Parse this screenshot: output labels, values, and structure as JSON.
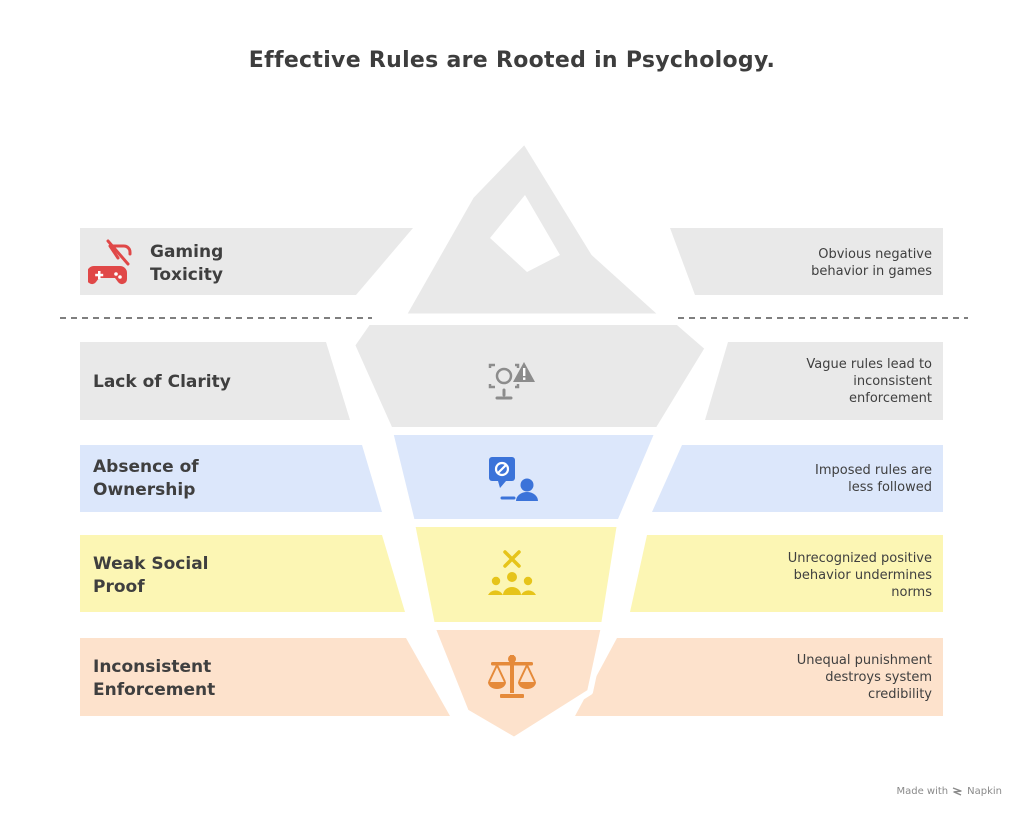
{
  "title": "Effective Rules are Rooted in Psychology.",
  "layers": [
    {
      "label": "Gaming\nToxicity",
      "description": "Obvious negative\nbehavior in games",
      "icon": "gamepad-off-icon",
      "color": "#e9e9e9",
      "icon_color": "#e04848"
    },
    {
      "label": "Lack of Clarity",
      "description": "Vague rules lead to\ninconsistent\nenforcement",
      "icon": "unclear-warning-icon",
      "color": "#e9e9e9",
      "icon_color": "#8c8c8c"
    },
    {
      "label": "Absence of\nOwnership",
      "description": "Imposed rules are\nless followed",
      "icon": "imposed-rule-icon",
      "color": "#dce7fb",
      "icon_color": "#3b73d9"
    },
    {
      "label": "Weak Social\nProof",
      "description": "Unrecognized positive\nbehavior undermines\nnorms",
      "icon": "group-cross-icon",
      "color": "#fcf6b4",
      "icon_color": "#e6c41a"
    },
    {
      "label": "Inconsistent\nEnforcement",
      "description": "Unequal punishment\ndestroys system\ncredibility",
      "icon": "scales-icon",
      "color": "#fde2cc",
      "icon_color": "#e58a3a"
    }
  ],
  "footer": {
    "made_with": "Made with",
    "brand": "Napkin"
  }
}
